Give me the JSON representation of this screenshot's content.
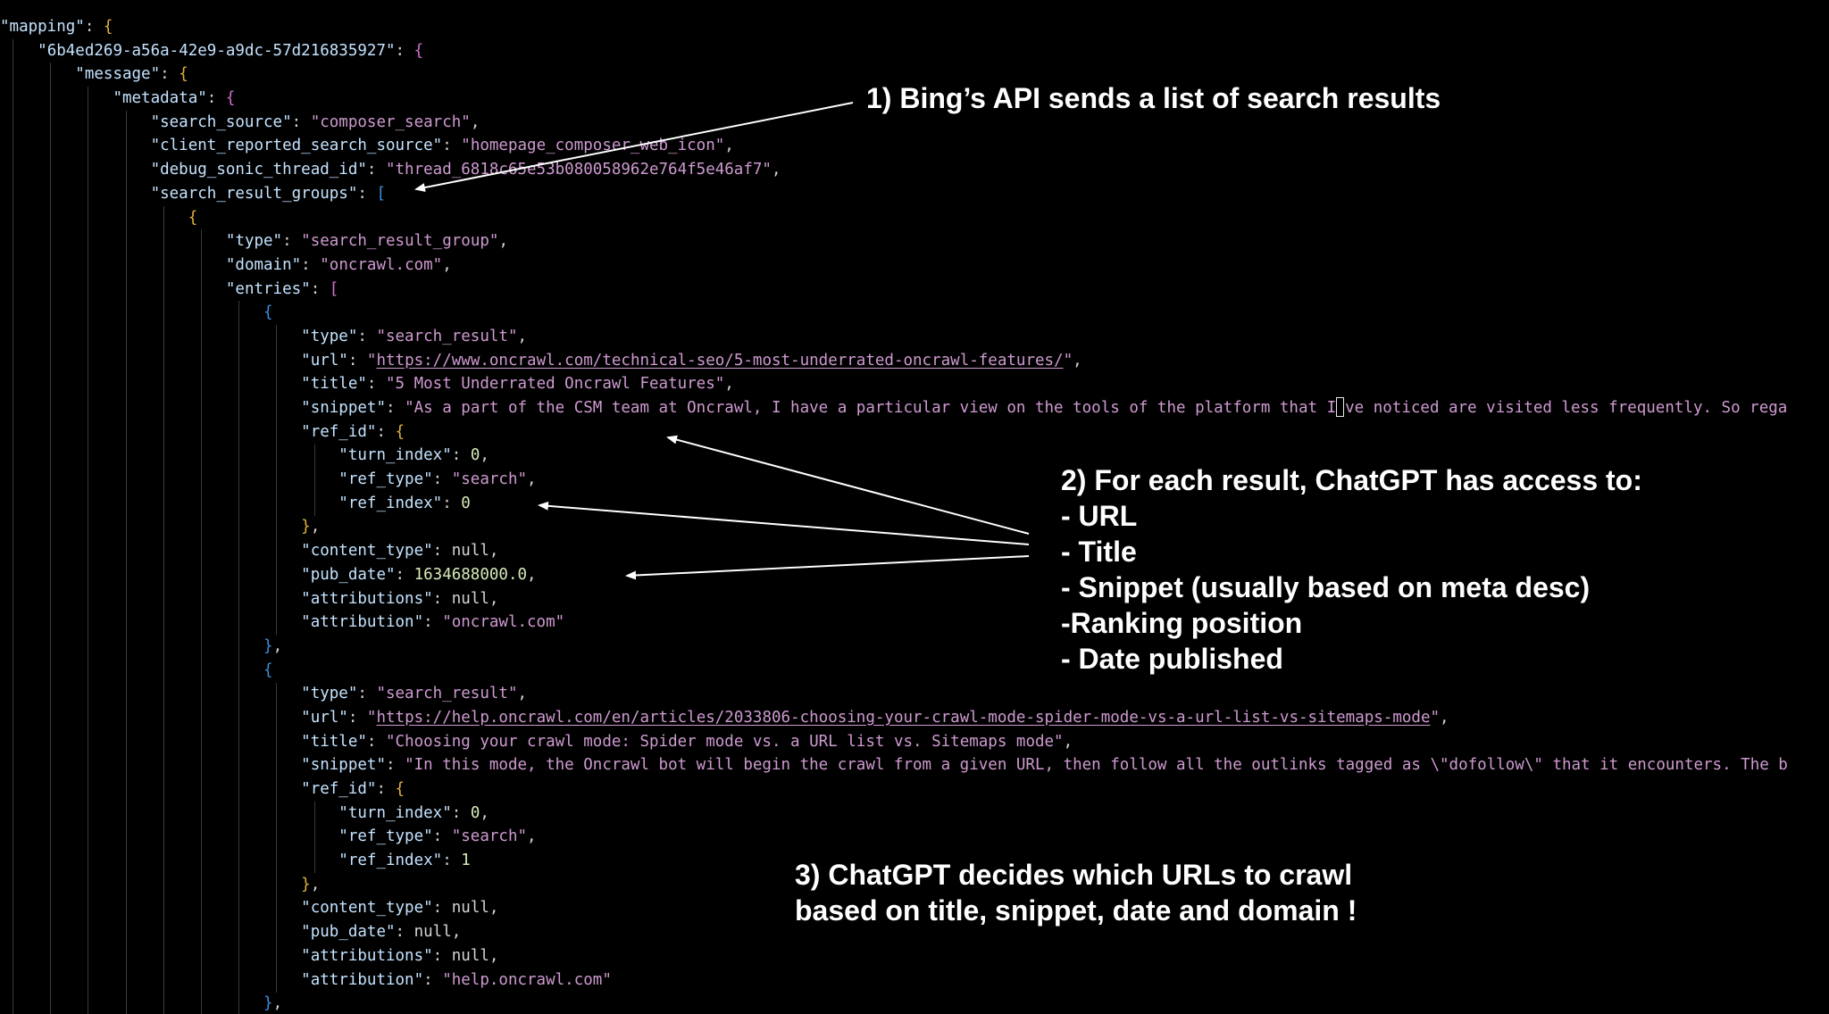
{
  "colors": {
    "background": "#000000",
    "key": "#c4e3ff",
    "string": "#ce9ad0",
    "number": "#d7eab8",
    "keyword": "#d4d4d4",
    "bracket_level_1": "#e0b23c",
    "bracket_level_2": "#d36fd0",
    "bracket_level_3": "#3b8fdb",
    "annotation_text": "#ffffff"
  },
  "code": {
    "lines": [
      {
        "indent": 0,
        "tokens": [
          {
            "t": "key",
            "v": "\"mapping\""
          },
          {
            "t": "punct",
            "v": ": "
          },
          {
            "t": "b1",
            "v": "{"
          }
        ]
      },
      {
        "indent": 1,
        "tokens": [
          {
            "t": "key",
            "v": "\"6b4ed269-a56a-42e9-a9dc-57d216835927\""
          },
          {
            "t": "punct",
            "v": ": "
          },
          {
            "t": "b2",
            "v": "{"
          }
        ]
      },
      {
        "indent": 2,
        "tokens": [
          {
            "t": "key",
            "v": "\"message\""
          },
          {
            "t": "punct",
            "v": ": "
          },
          {
            "t": "b1",
            "v": "{"
          }
        ]
      },
      {
        "indent": 3,
        "tokens": [
          {
            "t": "key",
            "v": "\"metadata\""
          },
          {
            "t": "punct",
            "v": ": "
          },
          {
            "t": "b2",
            "v": "{"
          }
        ]
      },
      {
        "indent": 4,
        "tokens": [
          {
            "t": "key",
            "v": "\"search_source\""
          },
          {
            "t": "punct",
            "v": ": "
          },
          {
            "t": "str",
            "v": "\"composer_search\""
          },
          {
            "t": "punct",
            "v": ","
          }
        ]
      },
      {
        "indent": 4,
        "tokens": [
          {
            "t": "key",
            "v": "\"client_reported_search_source\""
          },
          {
            "t": "punct",
            "v": ": "
          },
          {
            "t": "str",
            "v": "\"homepage_composer_web_icon\""
          },
          {
            "t": "punct",
            "v": ","
          }
        ]
      },
      {
        "indent": 4,
        "tokens": [
          {
            "t": "key",
            "v": "\"debug_sonic_thread_id\""
          },
          {
            "t": "punct",
            "v": ": "
          },
          {
            "t": "str",
            "v": "\"thread_6818c65e53b080058962e764f5e46af7\""
          },
          {
            "t": "punct",
            "v": ","
          }
        ]
      },
      {
        "indent": 4,
        "tokens": [
          {
            "t": "key",
            "v": "\"search_result_groups\""
          },
          {
            "t": "punct",
            "v": ": "
          },
          {
            "t": "b3",
            "v": "["
          }
        ]
      },
      {
        "indent": 5,
        "tokens": [
          {
            "t": "b1",
            "v": "{"
          }
        ]
      },
      {
        "indent": 6,
        "tokens": [
          {
            "t": "key",
            "v": "\"type\""
          },
          {
            "t": "punct",
            "v": ": "
          },
          {
            "t": "str",
            "v": "\"search_result_group\""
          },
          {
            "t": "punct",
            "v": ","
          }
        ]
      },
      {
        "indent": 6,
        "tokens": [
          {
            "t": "key",
            "v": "\"domain\""
          },
          {
            "t": "punct",
            "v": ": "
          },
          {
            "t": "str",
            "v": "\"oncrawl.com\""
          },
          {
            "t": "punct",
            "v": ","
          }
        ]
      },
      {
        "indent": 6,
        "tokens": [
          {
            "t": "key",
            "v": "\"entries\""
          },
          {
            "t": "punct",
            "v": ": "
          },
          {
            "t": "b2",
            "v": "["
          }
        ]
      },
      {
        "indent": 7,
        "tokens": [
          {
            "t": "b3",
            "v": "{"
          }
        ]
      },
      {
        "indent": 8,
        "tokens": [
          {
            "t": "key",
            "v": "\"type\""
          },
          {
            "t": "punct",
            "v": ": "
          },
          {
            "t": "str",
            "v": "\"search_result\""
          },
          {
            "t": "punct",
            "v": ","
          }
        ]
      },
      {
        "indent": 8,
        "tokens": [
          {
            "t": "key",
            "v": "\"url\""
          },
          {
            "t": "punct",
            "v": ": "
          },
          {
            "t": "str",
            "v": "\""
          },
          {
            "t": "url",
            "v": "https://www.oncrawl.com/technical-seo/5-most-underrated-oncrawl-features/"
          },
          {
            "t": "str",
            "v": "\""
          },
          {
            "t": "punct",
            "v": ","
          }
        ]
      },
      {
        "indent": 8,
        "tokens": [
          {
            "t": "key",
            "v": "\"title\""
          },
          {
            "t": "punct",
            "v": ": "
          },
          {
            "t": "str",
            "v": "\"5 Most Underrated Oncrawl Features\""
          },
          {
            "t": "punct",
            "v": ","
          }
        ]
      },
      {
        "indent": 8,
        "tokens": [
          {
            "t": "key",
            "v": "\"snippet\""
          },
          {
            "t": "punct",
            "v": ": "
          },
          {
            "t": "str",
            "v": "\"As a part of the CSM team at Oncrawl, I have a particular view on the tools of the platform that I"
          },
          {
            "t": "cursor",
            "v": ""
          },
          {
            "t": "str",
            "v": "ve noticed are visited less frequently. So rega"
          }
        ]
      },
      {
        "indent": 8,
        "tokens": [
          {
            "t": "key",
            "v": "\"ref_id\""
          },
          {
            "t": "punct",
            "v": ": "
          },
          {
            "t": "b1",
            "v": "{"
          }
        ]
      },
      {
        "indent": 9,
        "tokens": [
          {
            "t": "key",
            "v": "\"turn_index\""
          },
          {
            "t": "punct",
            "v": ": "
          },
          {
            "t": "num",
            "v": "0"
          },
          {
            "t": "punct",
            "v": ","
          }
        ]
      },
      {
        "indent": 9,
        "tokens": [
          {
            "t": "key",
            "v": "\"ref_type\""
          },
          {
            "t": "punct",
            "v": ": "
          },
          {
            "t": "str",
            "v": "\"search\""
          },
          {
            "t": "punct",
            "v": ","
          }
        ]
      },
      {
        "indent": 9,
        "tokens": [
          {
            "t": "key",
            "v": "\"ref_index\""
          },
          {
            "t": "punct",
            "v": ": "
          },
          {
            "t": "num",
            "v": "0"
          }
        ]
      },
      {
        "indent": 8,
        "tokens": [
          {
            "t": "b1",
            "v": "}"
          },
          {
            "t": "punct",
            "v": ","
          }
        ]
      },
      {
        "indent": 8,
        "tokens": [
          {
            "t": "key",
            "v": "\"content_type\""
          },
          {
            "t": "punct",
            "v": ": "
          },
          {
            "t": "kw",
            "v": "null"
          },
          {
            "t": "punct",
            "v": ","
          }
        ]
      },
      {
        "indent": 8,
        "tokens": [
          {
            "t": "key",
            "v": "\"pub_date\""
          },
          {
            "t": "punct",
            "v": ": "
          },
          {
            "t": "num",
            "v": "1634688000.0"
          },
          {
            "t": "punct",
            "v": ","
          }
        ]
      },
      {
        "indent": 8,
        "tokens": [
          {
            "t": "key",
            "v": "\"attributions\""
          },
          {
            "t": "punct",
            "v": ": "
          },
          {
            "t": "kw",
            "v": "null"
          },
          {
            "t": "punct",
            "v": ","
          }
        ]
      },
      {
        "indent": 8,
        "tokens": [
          {
            "t": "key",
            "v": "\"attribution\""
          },
          {
            "t": "punct",
            "v": ": "
          },
          {
            "t": "str",
            "v": "\"oncrawl.com\""
          }
        ]
      },
      {
        "indent": 7,
        "tokens": [
          {
            "t": "b3",
            "v": "}"
          },
          {
            "t": "punct",
            "v": ","
          }
        ]
      },
      {
        "indent": 7,
        "tokens": [
          {
            "t": "b3",
            "v": "{"
          }
        ]
      },
      {
        "indent": 8,
        "tokens": [
          {
            "t": "key",
            "v": "\"type\""
          },
          {
            "t": "punct",
            "v": ": "
          },
          {
            "t": "str",
            "v": "\"search_result\""
          },
          {
            "t": "punct",
            "v": ","
          }
        ]
      },
      {
        "indent": 8,
        "tokens": [
          {
            "t": "key",
            "v": "\"url\""
          },
          {
            "t": "punct",
            "v": ": "
          },
          {
            "t": "str",
            "v": "\""
          },
          {
            "t": "url",
            "v": "https://help.oncrawl.com/en/articles/2033806-choosing-your-crawl-mode-spider-mode-vs-a-url-list-vs-sitemaps-mode"
          },
          {
            "t": "str",
            "v": "\""
          },
          {
            "t": "punct",
            "v": ","
          }
        ]
      },
      {
        "indent": 8,
        "tokens": [
          {
            "t": "key",
            "v": "\"title\""
          },
          {
            "t": "punct",
            "v": ": "
          },
          {
            "t": "str",
            "v": "\"Choosing your crawl mode: Spider mode vs. a URL list vs. Sitemaps mode\""
          },
          {
            "t": "punct",
            "v": ","
          }
        ]
      },
      {
        "indent": 8,
        "tokens": [
          {
            "t": "key",
            "v": "\"snippet\""
          },
          {
            "t": "punct",
            "v": ": "
          },
          {
            "t": "str",
            "v": "\"In this mode, the Oncrawl bot will begin the crawl from a given URL, then follow all the outlinks tagged as \\\"dofollow\\\" that it encounters. The b"
          }
        ]
      },
      {
        "indent": 8,
        "tokens": [
          {
            "t": "key",
            "v": "\"ref_id\""
          },
          {
            "t": "punct",
            "v": ": "
          },
          {
            "t": "b1",
            "v": "{"
          }
        ]
      },
      {
        "indent": 9,
        "tokens": [
          {
            "t": "key",
            "v": "\"turn_index\""
          },
          {
            "t": "punct",
            "v": ": "
          },
          {
            "t": "num",
            "v": "0"
          },
          {
            "t": "punct",
            "v": ","
          }
        ]
      },
      {
        "indent": 9,
        "tokens": [
          {
            "t": "key",
            "v": "\"ref_type\""
          },
          {
            "t": "punct",
            "v": ": "
          },
          {
            "t": "str",
            "v": "\"search\""
          },
          {
            "t": "punct",
            "v": ","
          }
        ]
      },
      {
        "indent": 9,
        "tokens": [
          {
            "t": "key",
            "v": "\"ref_index\""
          },
          {
            "t": "punct",
            "v": ": "
          },
          {
            "t": "num",
            "v": "1"
          }
        ]
      },
      {
        "indent": 8,
        "tokens": [
          {
            "t": "b1",
            "v": "}"
          },
          {
            "t": "punct",
            "v": ","
          }
        ]
      },
      {
        "indent": 8,
        "tokens": [
          {
            "t": "key",
            "v": "\"content_type\""
          },
          {
            "t": "punct",
            "v": ": "
          },
          {
            "t": "kw",
            "v": "null"
          },
          {
            "t": "punct",
            "v": ","
          }
        ]
      },
      {
        "indent": 8,
        "tokens": [
          {
            "t": "key",
            "v": "\"pub_date\""
          },
          {
            "t": "punct",
            "v": ": "
          },
          {
            "t": "kw",
            "v": "null"
          },
          {
            "t": "punct",
            "v": ","
          }
        ]
      },
      {
        "indent": 8,
        "tokens": [
          {
            "t": "key",
            "v": "\"attributions\""
          },
          {
            "t": "punct",
            "v": ": "
          },
          {
            "t": "kw",
            "v": "null"
          },
          {
            "t": "punct",
            "v": ","
          }
        ]
      },
      {
        "indent": 8,
        "tokens": [
          {
            "t": "key",
            "v": "\"attribution\""
          },
          {
            "t": "punct",
            "v": ": "
          },
          {
            "t": "str",
            "v": "\"help.oncrawl.com\""
          }
        ]
      },
      {
        "indent": 7,
        "tokens": [
          {
            "t": "b3",
            "v": "}"
          },
          {
            "t": "punct",
            "v": ","
          }
        ]
      }
    ]
  },
  "annotations": {
    "note1": {
      "lines": [
        "1) Bing’s API sends a list of search results"
      ]
    },
    "note2": {
      "lines": [
        "2) For each result, ChatGPT has access to:",
        "- URL",
        "- Title",
        "- Snippet (usually based on meta desc)",
        "-Ranking position",
        "- Date published"
      ]
    },
    "note3": {
      "lines": [
        "3) ChatGPT decides which URLs to crawl",
        "based on title, snippet, date and domain !"
      ]
    }
  }
}
